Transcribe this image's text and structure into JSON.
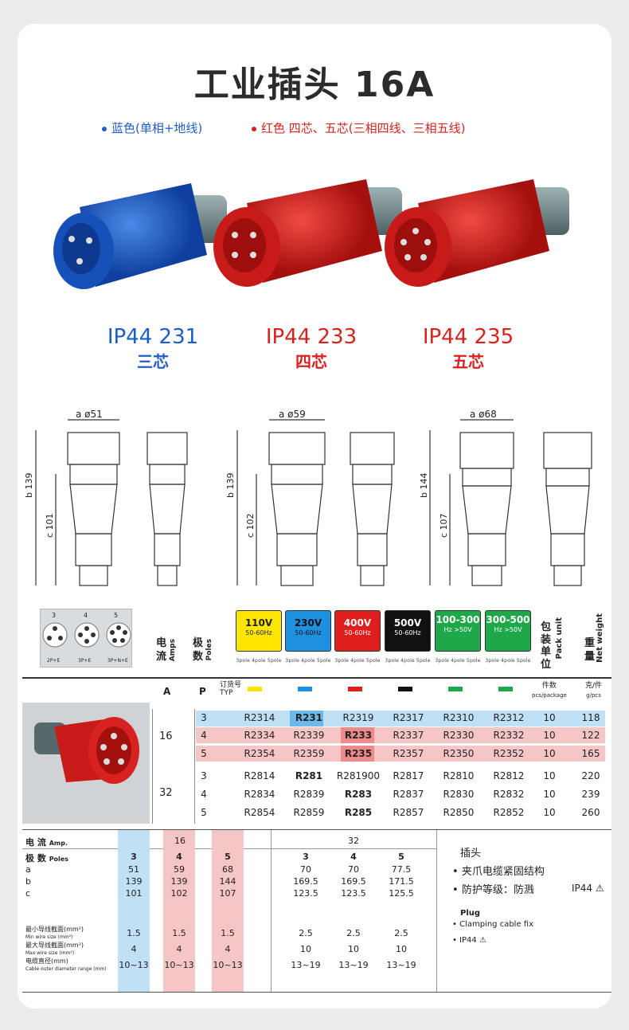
{
  "title": "工业插头  16A",
  "subtitle_blue": "蓝色(单相+地线)",
  "subtitle_red": "红色 四芯、五芯(三相四线、三相五线)",
  "products": [
    {
      "model": "IP44  231",
      "cores": "三芯",
      "color": "#1f5ec9"
    },
    {
      "model": "IP44  233",
      "cores": "四芯",
      "color": "#d8221f"
    },
    {
      "model": "IP44  235",
      "cores": "五芯",
      "color": "#d8221f"
    }
  ],
  "dims": [
    {
      "a": "a ø51",
      "b": "b 139",
      "c": "c 101"
    },
    {
      "a": "a ø59",
      "b": "b 139",
      "c": "c 102"
    },
    {
      "a": "a ø68",
      "b": "b 144",
      "c": "c 107"
    }
  ],
  "pin_diagram": {
    "numbers": [
      "3",
      "4",
      "5"
    ],
    "labels": [
      "2P+E",
      "3P+E",
      "3P+N+E"
    ]
  },
  "col_labels": {
    "current": "电流",
    "current_en": "Amps",
    "poles": "极数",
    "poles_en": "Poles",
    "pack": "包装单位",
    "pack_en": "Pack unit",
    "weight": "重量",
    "weight_en": "Net weight"
  },
  "voltages": [
    {
      "v": "110V",
      "hz": "50-60Hz",
      "bg": "#ffe600",
      "fg": "#222",
      "poles": "3pole 4pole 5pole"
    },
    {
      "v": "230V",
      "hz": "50-60Hz",
      "bg": "#1f8fe0",
      "fg": "#111",
      "poles": "3pole 4pole 5pole"
    },
    {
      "v": "400V",
      "hz": "50-60Hz",
      "bg": "#e01e1e",
      "fg": "#fff",
      "poles": "3pole 4pole 5pole"
    },
    {
      "v": "500V",
      "hz": "50-60Hz",
      "bg": "#111111",
      "fg": "#fff",
      "poles": "3pole 4pole 5pole"
    },
    {
      "v": "100-300",
      "hz": "Hz >50V",
      "bg": "#1fa84a",
      "fg": "#fff",
      "poles": "3pole 4pole 5pole"
    },
    {
      "v": "300-500",
      "hz": "Hz >50V",
      "bg": "#1fa84a",
      "fg": "#fff",
      "poles": "3pole 4pole 5pole"
    }
  ],
  "header_row": {
    "a": "A",
    "p": "P",
    "order": "订货号",
    "type": "TYP",
    "pcs": "件数",
    "pcs_en": "pcs/package",
    "gpcs": "克/件",
    "gpcs_en": "g/pcs"
  },
  "table1": {
    "groups": [
      {
        "amp": "16",
        "rows": [
          [
            "3",
            "R2314",
            "R231",
            "R2319",
            "R2317",
            "R2310",
            "R2312",
            "10",
            "118"
          ],
          [
            "4",
            "R2334",
            "R2339",
            "R233",
            "R2337",
            "R2330",
            "R2332",
            "10",
            "122"
          ],
          [
            "5",
            "R2354",
            "R2359",
            "R235",
            "R2357",
            "R2350",
            "R2352",
            "10",
            "165"
          ]
        ]
      },
      {
        "amp": "32",
        "rows": [
          [
            "3",
            "R2814",
            "R281",
            "R281900",
            "R2817",
            "R2810",
            "R2812",
            "10",
            "220"
          ],
          [
            "4",
            "R2834",
            "R2839",
            "R283",
            "R2837",
            "R2830",
            "R2832",
            "10",
            "239"
          ],
          [
            "5",
            "R2854",
            "R2859",
            "R285",
            "R2857",
            "R2850",
            "R2852",
            "10",
            "260"
          ]
        ]
      }
    ]
  },
  "table2": {
    "amp_label": "电 流",
    "amp_en": "Amp.",
    "amp16": "16",
    "amp32": "32",
    "poles_label": "极 数",
    "poles_en": "Poles",
    "rows": [
      {
        "label": "a",
        "v": [
          "51",
          "59",
          "68",
          "70",
          "70",
          "77.5"
        ]
      },
      {
        "label": "b",
        "v": [
          "139",
          "139",
          "144",
          "169.5",
          "169.5",
          "171.5"
        ]
      },
      {
        "label": "c",
        "v": [
          "101",
          "102",
          "107",
          "123.5",
          "123.5",
          "125.5"
        ]
      }
    ],
    "poles": [
      "3",
      "4",
      "5",
      "3",
      "4",
      "5"
    ],
    "min_wire": {
      "cn": "最小导线截面(mm²)",
      "en": "Min wire size (mm²)",
      "v": [
        "1.5",
        "1.5",
        "1.5",
        "2.5",
        "2.5",
        "2.5"
      ]
    },
    "max_wire": {
      "cn": "最大导线截面(mm²)",
      "en": "Max wire size (mm²)",
      "v": [
        "4",
        "4",
        "4",
        "10",
        "10",
        "10"
      ]
    },
    "cable": {
      "cn": "电缆直径(mm)",
      "en": "Cable outer diameter range (mm)",
      "v": [
        "10~13",
        "10~13",
        "10~13",
        "13~19",
        "13~19",
        "13~19"
      ]
    }
  },
  "features": {
    "cn_title": "插头",
    "cn_items": [
      "夹爪电缆紧固结构",
      "防护等级：防溅"
    ],
    "cn_ip": "IP44",
    "en_title": "Plug",
    "en_items": [
      "Clamping cable fix",
      "IP44"
    ]
  }
}
